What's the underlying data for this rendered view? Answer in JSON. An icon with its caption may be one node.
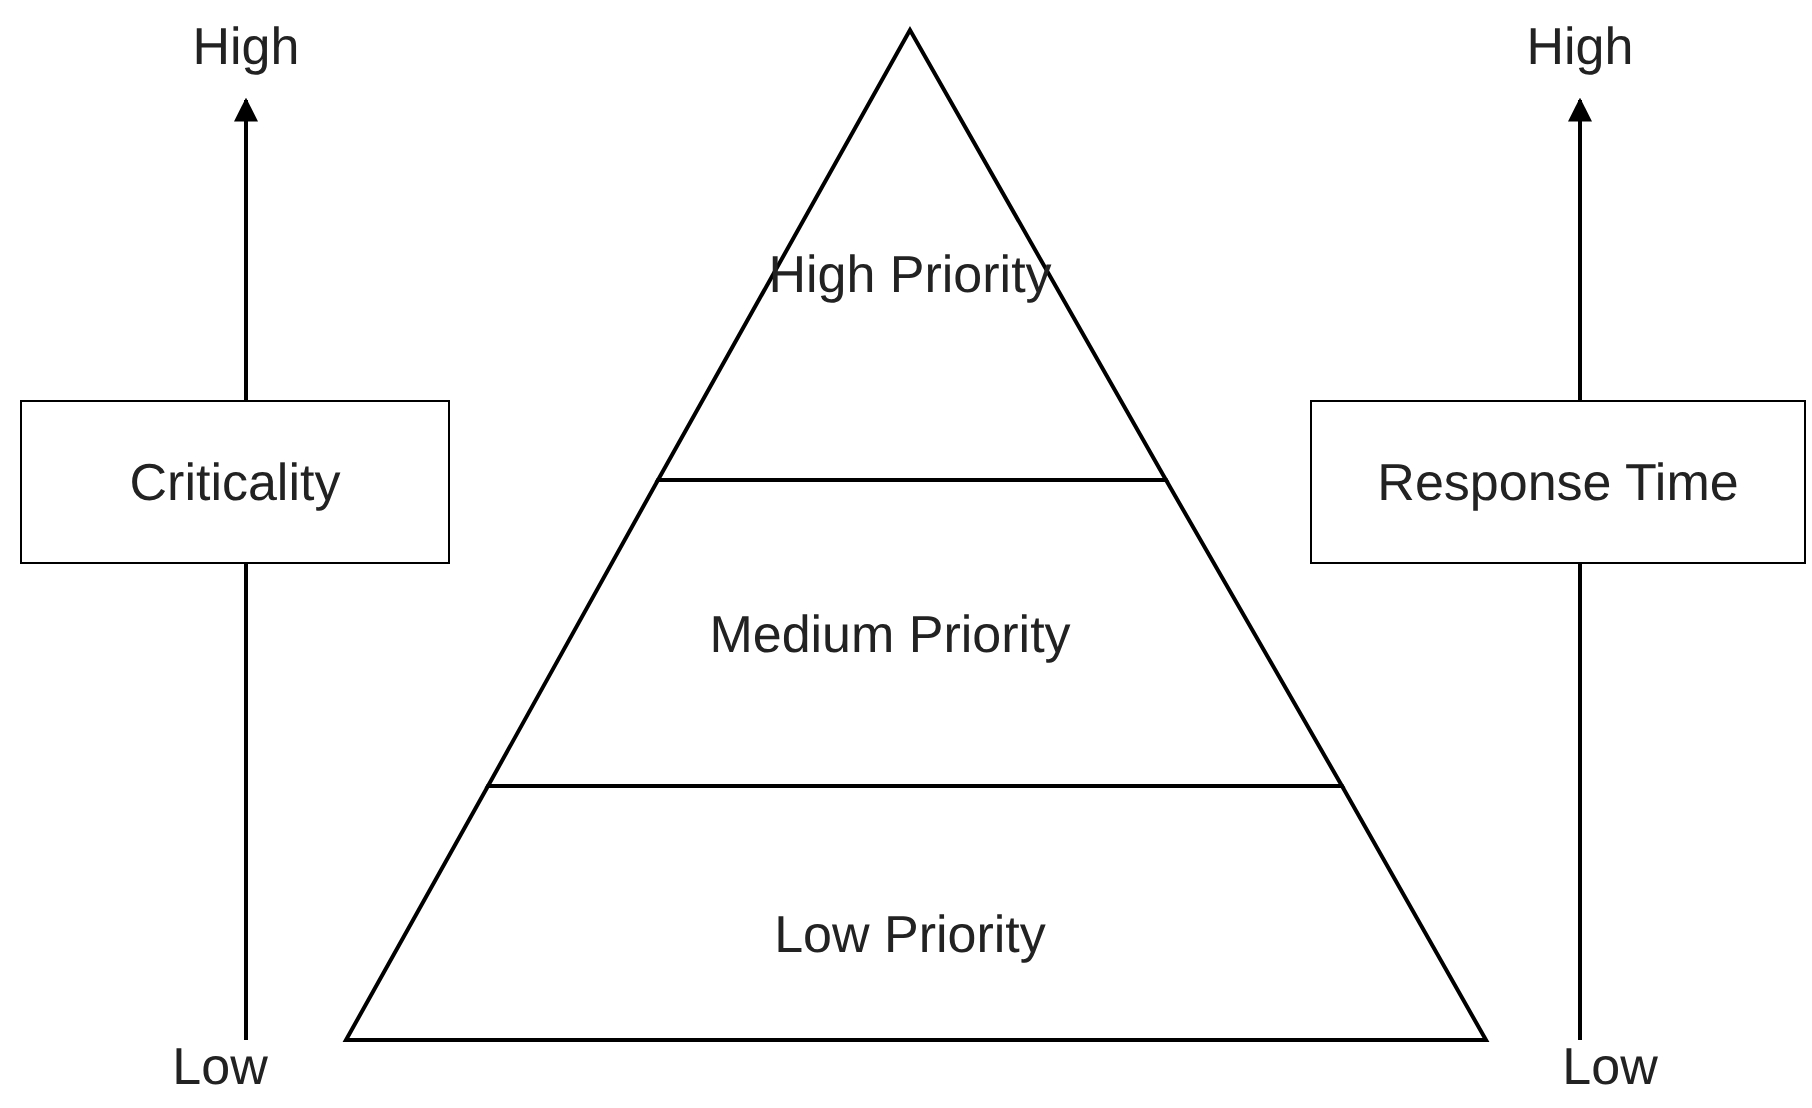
{
  "diagram": {
    "nodes": [
      {
        "text": [
          "High Priority"
        ]
      },
      {
        "text": [
          "Medium Priority"
        ]
      },
      {
        "text": [
          "Low Priority"
        ]
      },
      {
        "text": [
          "Criticality"
        ]
      },
      {
        "text": [
          "Response Time"
        ]
      }
    ],
    "labels": [
      "High",
      "High",
      "Low",
      "Low"
    ]
  }
}
